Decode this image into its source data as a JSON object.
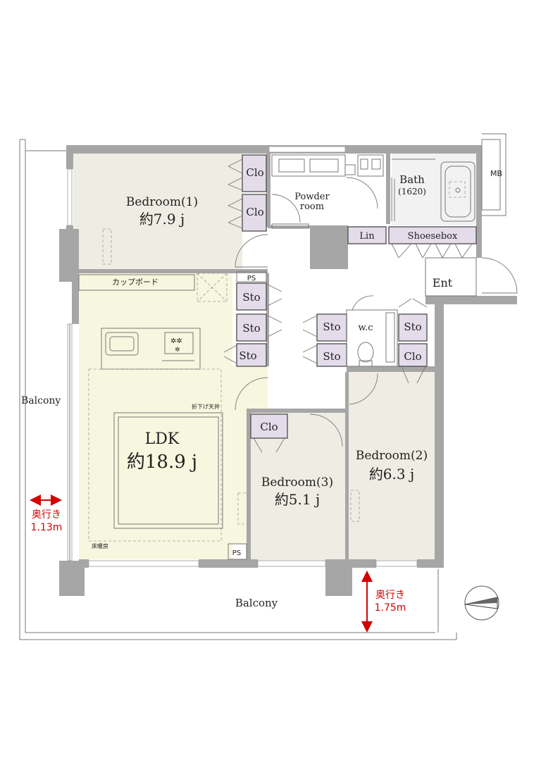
{
  "rooms": {
    "bedroom1": {
      "name": "Bedroom(1)",
      "size": "約7.9 j"
    },
    "bedroom2": {
      "name": "Bedroom(2)",
      "size": "約6.3 j"
    },
    "bedroom3": {
      "name": "Bedroom(3)",
      "size": "約5.1 j"
    },
    "ldk": {
      "name": "LDK",
      "size": "約18.9 j"
    },
    "bath": {
      "name": "Bath",
      "size": "(1620)"
    },
    "powder": {
      "line1": "Powder",
      "line2": "room"
    },
    "entrance": "Ent",
    "wc": "w.c"
  },
  "storage": {
    "clo": "Clo",
    "sto": "Sto",
    "ps": "PS",
    "lin": "Lin",
    "shoesebox": "Shoesebox",
    "mb": "MB"
  },
  "annotations": {
    "cupboard": "カップボード",
    "lowered_ceiling": "折下げ天井",
    "floor_heating": "床暖房"
  },
  "balcony": {
    "west_label": "Balcony",
    "south_label": "Balcony",
    "depth_label": "奥行き",
    "west_depth": "1.13m",
    "south_depth": "1.75m"
  },
  "colors": {
    "bedroom": "#efede3",
    "ldk": "#f7f7df",
    "storage": "#e4dcea",
    "wall": "#a6a6a6",
    "dimension": "#d40000"
  },
  "icons": [
    "compass-icon",
    "sink-icon",
    "stove-icon",
    "toilet-icon",
    "bathtub-icon",
    "washbasin-icon"
  ]
}
